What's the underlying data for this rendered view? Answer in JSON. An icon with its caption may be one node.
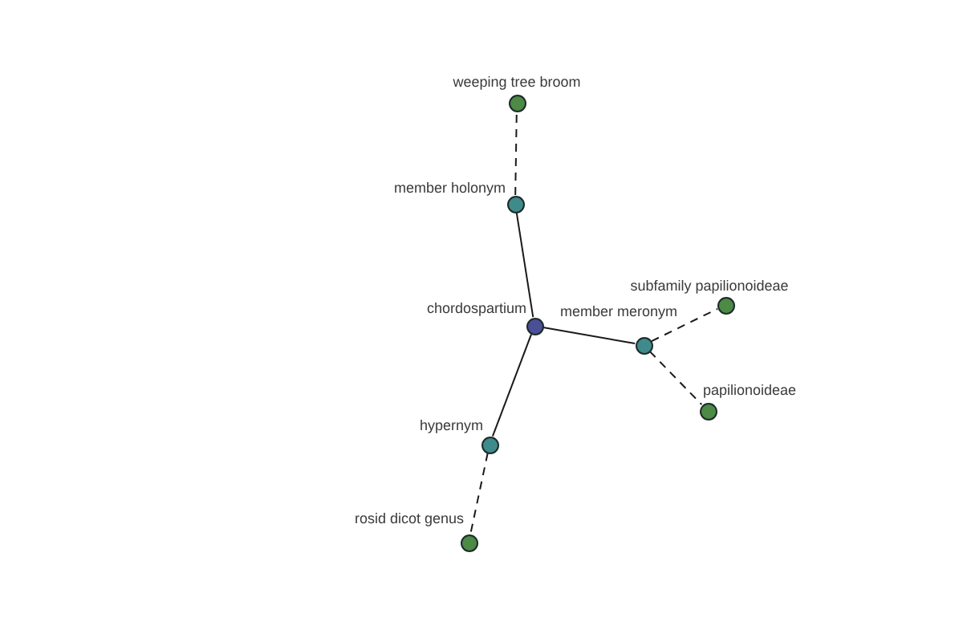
{
  "diagram": {
    "nodes": [
      {
        "text": [],
        "shape": "circle",
        "beside": [
          "chordospartium"
        ]
      },
      {
        "text": [],
        "shape": "circle",
        "beside": [
          "member holonym"
        ]
      },
      {
        "text": [],
        "shape": "circle",
        "beside": [
          "weeping tree broom"
        ]
      },
      {
        "text": [],
        "shape": "circle",
        "beside": [
          "member meronym"
        ]
      },
      {
        "text": [],
        "shape": "circle",
        "beside": [
          "subfamily papilionoideae"
        ]
      },
      {
        "text": [],
        "shape": "circle",
        "beside": [
          "papilionoideae"
        ]
      },
      {
        "text": [],
        "shape": "circle",
        "beside": [
          "hypernym"
        ]
      },
      {
        "text": [],
        "shape": "circle",
        "beside": [
          "rosid dicot genus"
        ]
      }
    ],
    "edges": [
      {
        "from": 0,
        "to": 1,
        "arrow": "none"
      },
      {
        "from": 1,
        "to": 2,
        "arrow": "none",
        "style": "dashed"
      },
      {
        "from": 0,
        "to": 3,
        "arrow": "none"
      },
      {
        "from": 3,
        "to": 4,
        "arrow": "none",
        "style": "dashed"
      },
      {
        "from": 3,
        "to": 5,
        "arrow": "none",
        "style": "dashed"
      },
      {
        "from": 0,
        "to": 6,
        "arrow": "none"
      },
      {
        "from": 6,
        "to": 7,
        "arrow": "none",
        "style": "dashed"
      }
    ]
  }
}
